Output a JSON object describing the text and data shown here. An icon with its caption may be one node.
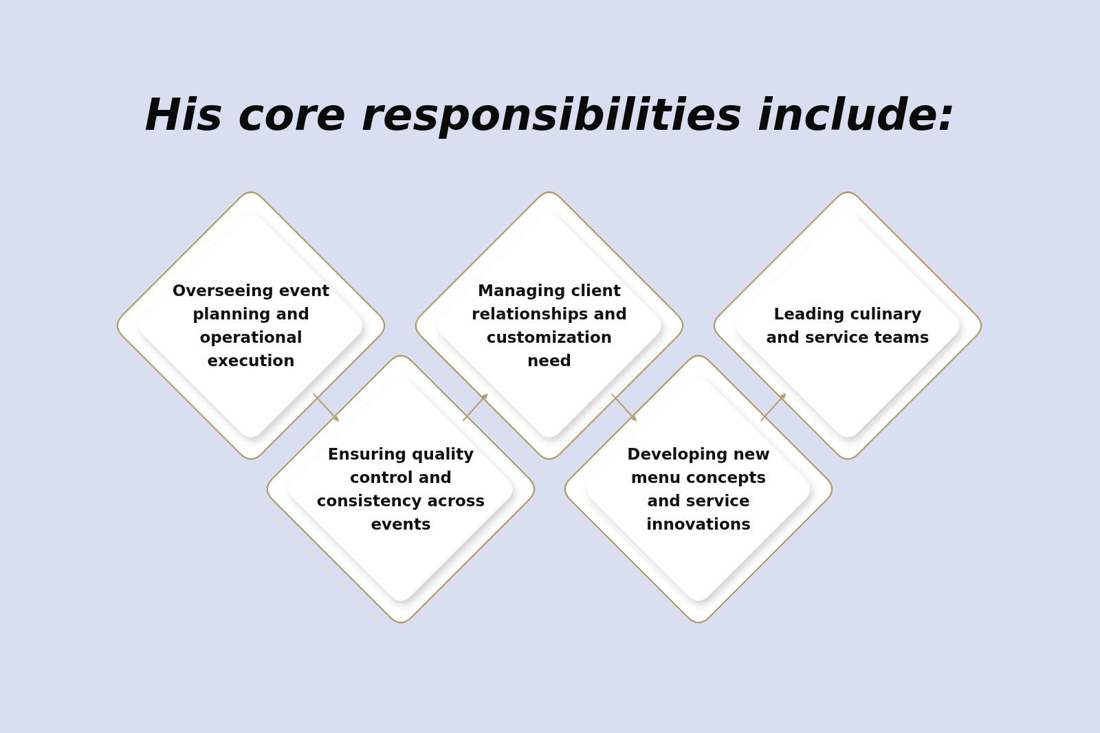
{
  "diagram": {
    "title": "His core responsibilities include:",
    "nodes": [
      {
        "text": [
          "Overseeing event planning and operational execution"
        ]
      },
      {
        "text": [
          "Ensuring quality control and consistency across events"
        ]
      },
      {
        "text": [
          "Managing client relationships and customization need"
        ]
      },
      {
        "text": [
          "Developing new menu concepts and service innovations"
        ]
      },
      {
        "text": [
          "Leading culinary and service teams"
        ]
      }
    ],
    "edges": [
      {
        "from": 0,
        "to": 1,
        "arrow": "to"
      },
      {
        "from": 1,
        "to": 2,
        "arrow": "to"
      },
      {
        "from": 2,
        "to": 3,
        "arrow": "to"
      },
      {
        "from": 3,
        "to": 4,
        "arrow": "to"
      }
    ]
  }
}
